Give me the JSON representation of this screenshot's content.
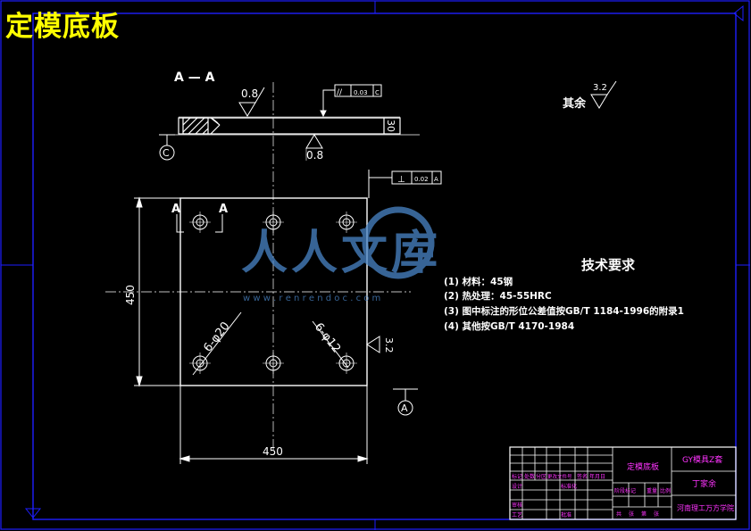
{
  "title": "定模底板",
  "section_label": "A — A",
  "roughness": {
    "top": "0.8",
    "bottom": "0.8",
    "rest_label": "其余",
    "rest_value": "3.2",
    "face_value": "3.2"
  },
  "thickness": "30",
  "tolerance_frames": {
    "parallelism": {
      "symbol": "//",
      "value": "0.03",
      "datum": "C"
    },
    "perpendicularity": {
      "symbol": "⊥",
      "value": "0.02",
      "datum": "A"
    }
  },
  "datums": {
    "c": "C",
    "a": "A"
  },
  "cut_markers": {
    "left": "A",
    "right": "A"
  },
  "dimensions": {
    "width": "450",
    "height": "450",
    "hole_large": "6-φ20",
    "hole_small": "6-φ12"
  },
  "tech_requirements": {
    "heading": "技术要求",
    "items": [
      "(1) 材料：45钢",
      "(2) 热处理：45-55HRC",
      "(3) 图中标注的形位公差值按GB/T 1184-1996的附录1",
      "(4) 其他按GB/T 4170-1984"
    ]
  },
  "watermark": {
    "text": "人人文库",
    "url": "w w w . r e n r e n d o c . c o m"
  },
  "title_block": {
    "part_name": "定模底板",
    "drawing_no": "GY模具Z套",
    "author": "丁家余",
    "school": "河南理工万方学院",
    "header_cells": [
      "标记",
      "处数",
      "分区",
      "更改文件号",
      "签名",
      "年月日"
    ],
    "row_labels": [
      "设计",
      "审核",
      "工艺"
    ],
    "mid_labels": [
      "标准化",
      "批准"
    ],
    "stage_labels": [
      "阶段标记",
      "重量",
      "比例"
    ],
    "sheet_labels": [
      "共",
      "张",
      "第",
      "张"
    ]
  },
  "colors": {
    "background": "#000000",
    "lines": "#ffffff",
    "border": "#1e1eff",
    "title": "#ffff00",
    "magenta": "#ff33ff",
    "watermark": "#4a86c8"
  }
}
